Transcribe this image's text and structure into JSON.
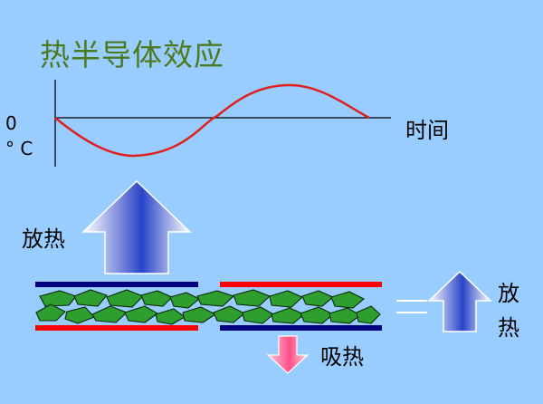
{
  "title": "热半导体效应",
  "graph": {
    "y_label_zero": "0",
    "y_label_unit": "° C",
    "x_label": "时间"
  },
  "labels": {
    "release_heat_left": "放热",
    "absorb_heat": "吸热",
    "release_heat_right_1": "放",
    "release_heat_right_2": "热"
  },
  "colors": {
    "background": "#99ccff",
    "title": "#4d7a1f",
    "curve": "#e02020",
    "plate_blue": "#000080",
    "plate_red": "#ff0000",
    "particle": "#2e9e2e",
    "arrow_up": "#3355cc",
    "arrow_down": "#ff6699"
  }
}
